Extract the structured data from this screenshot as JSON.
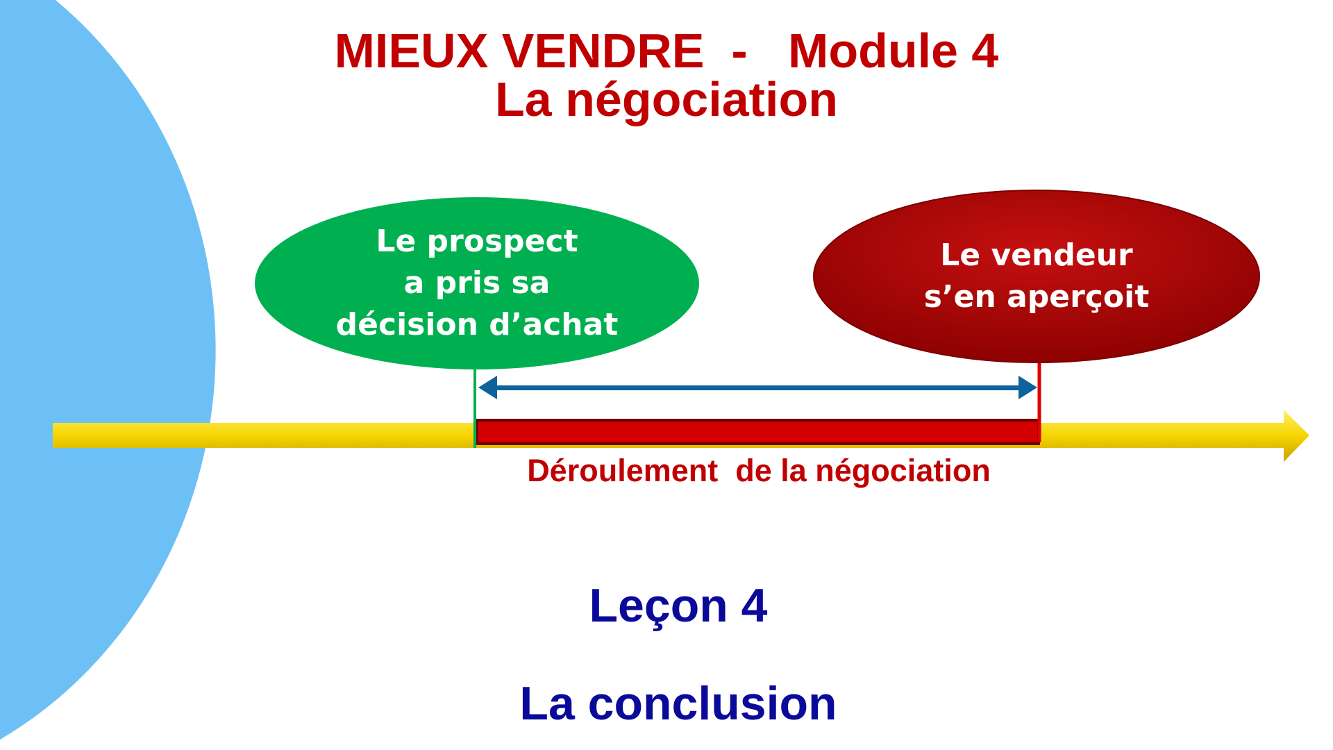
{
  "title": {
    "line1": "MIEUX VENDRE  -   Module 4",
    "line2": "La négociation"
  },
  "diagram": {
    "prospect_bubble": [
      "Le prospect",
      "a pris sa",
      "décision d’achat"
    ],
    "vendeur_bubble": [
      "Le vendeur",
      "s’en aperçoit"
    ],
    "bar_label": "Déroulement  de la négociation"
  },
  "lesson": {
    "number": "Leçon 4",
    "name": "La conclusion"
  },
  "colors": {
    "title": "#c00000",
    "lesson": "#0a0a9a",
    "green": "#00b050",
    "red": "#c00000",
    "blue_circle": "#6dc0f5",
    "arrow_yellow": "#f5d000",
    "double_arrow": "#0e639c"
  }
}
